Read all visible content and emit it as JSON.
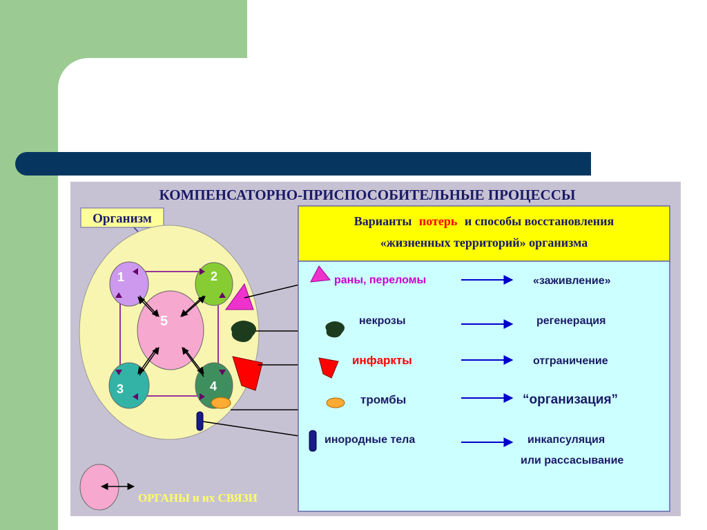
{
  "title": "КОМПЕНСАТОРНО-ПРИСПОСОБИТЕЛЬНЫЕ ПРОЦЕССЫ",
  "organism_label": "Организм",
  "organ_numbers": [
    "1",
    "2",
    "3",
    "4",
    "5"
  ],
  "header": {
    "line1_a": "Варианты",
    "line1_b": "потерь",
    "line1_c": "и способы восстановления",
    "line2": "«жизненных территорий» организма"
  },
  "rows": [
    {
      "loss": "раны, переломы",
      "restore": "«заживление»",
      "restore2": ""
    },
    {
      "loss": "некрозы",
      "restore": "регенерация",
      "restore2": ""
    },
    {
      "loss": "инфаркты",
      "restore": "отграничение",
      "restore2": ""
    },
    {
      "loss": "тромбы",
      "restore": "“организация”",
      "restore2": ""
    },
    {
      "loss": "инородные тела",
      "restore": "инкапсуляция",
      "restore2": "или рассасывание"
    }
  ],
  "footer_label": "ОРГАНЫ и их СВЯЗИ",
  "colors": {
    "background_green": "#9bcb93",
    "title_bar": "#063660",
    "diagram_bg": "#c7c2d3",
    "organism_ellipse": "#f7f5b0",
    "header_yellow": "#ffff00",
    "panel_cyan": "#ccffff",
    "loss_red": "#ff0000",
    "loss_magenta": "#cc00cc",
    "arrow_blue": "#0000cc"
  }
}
